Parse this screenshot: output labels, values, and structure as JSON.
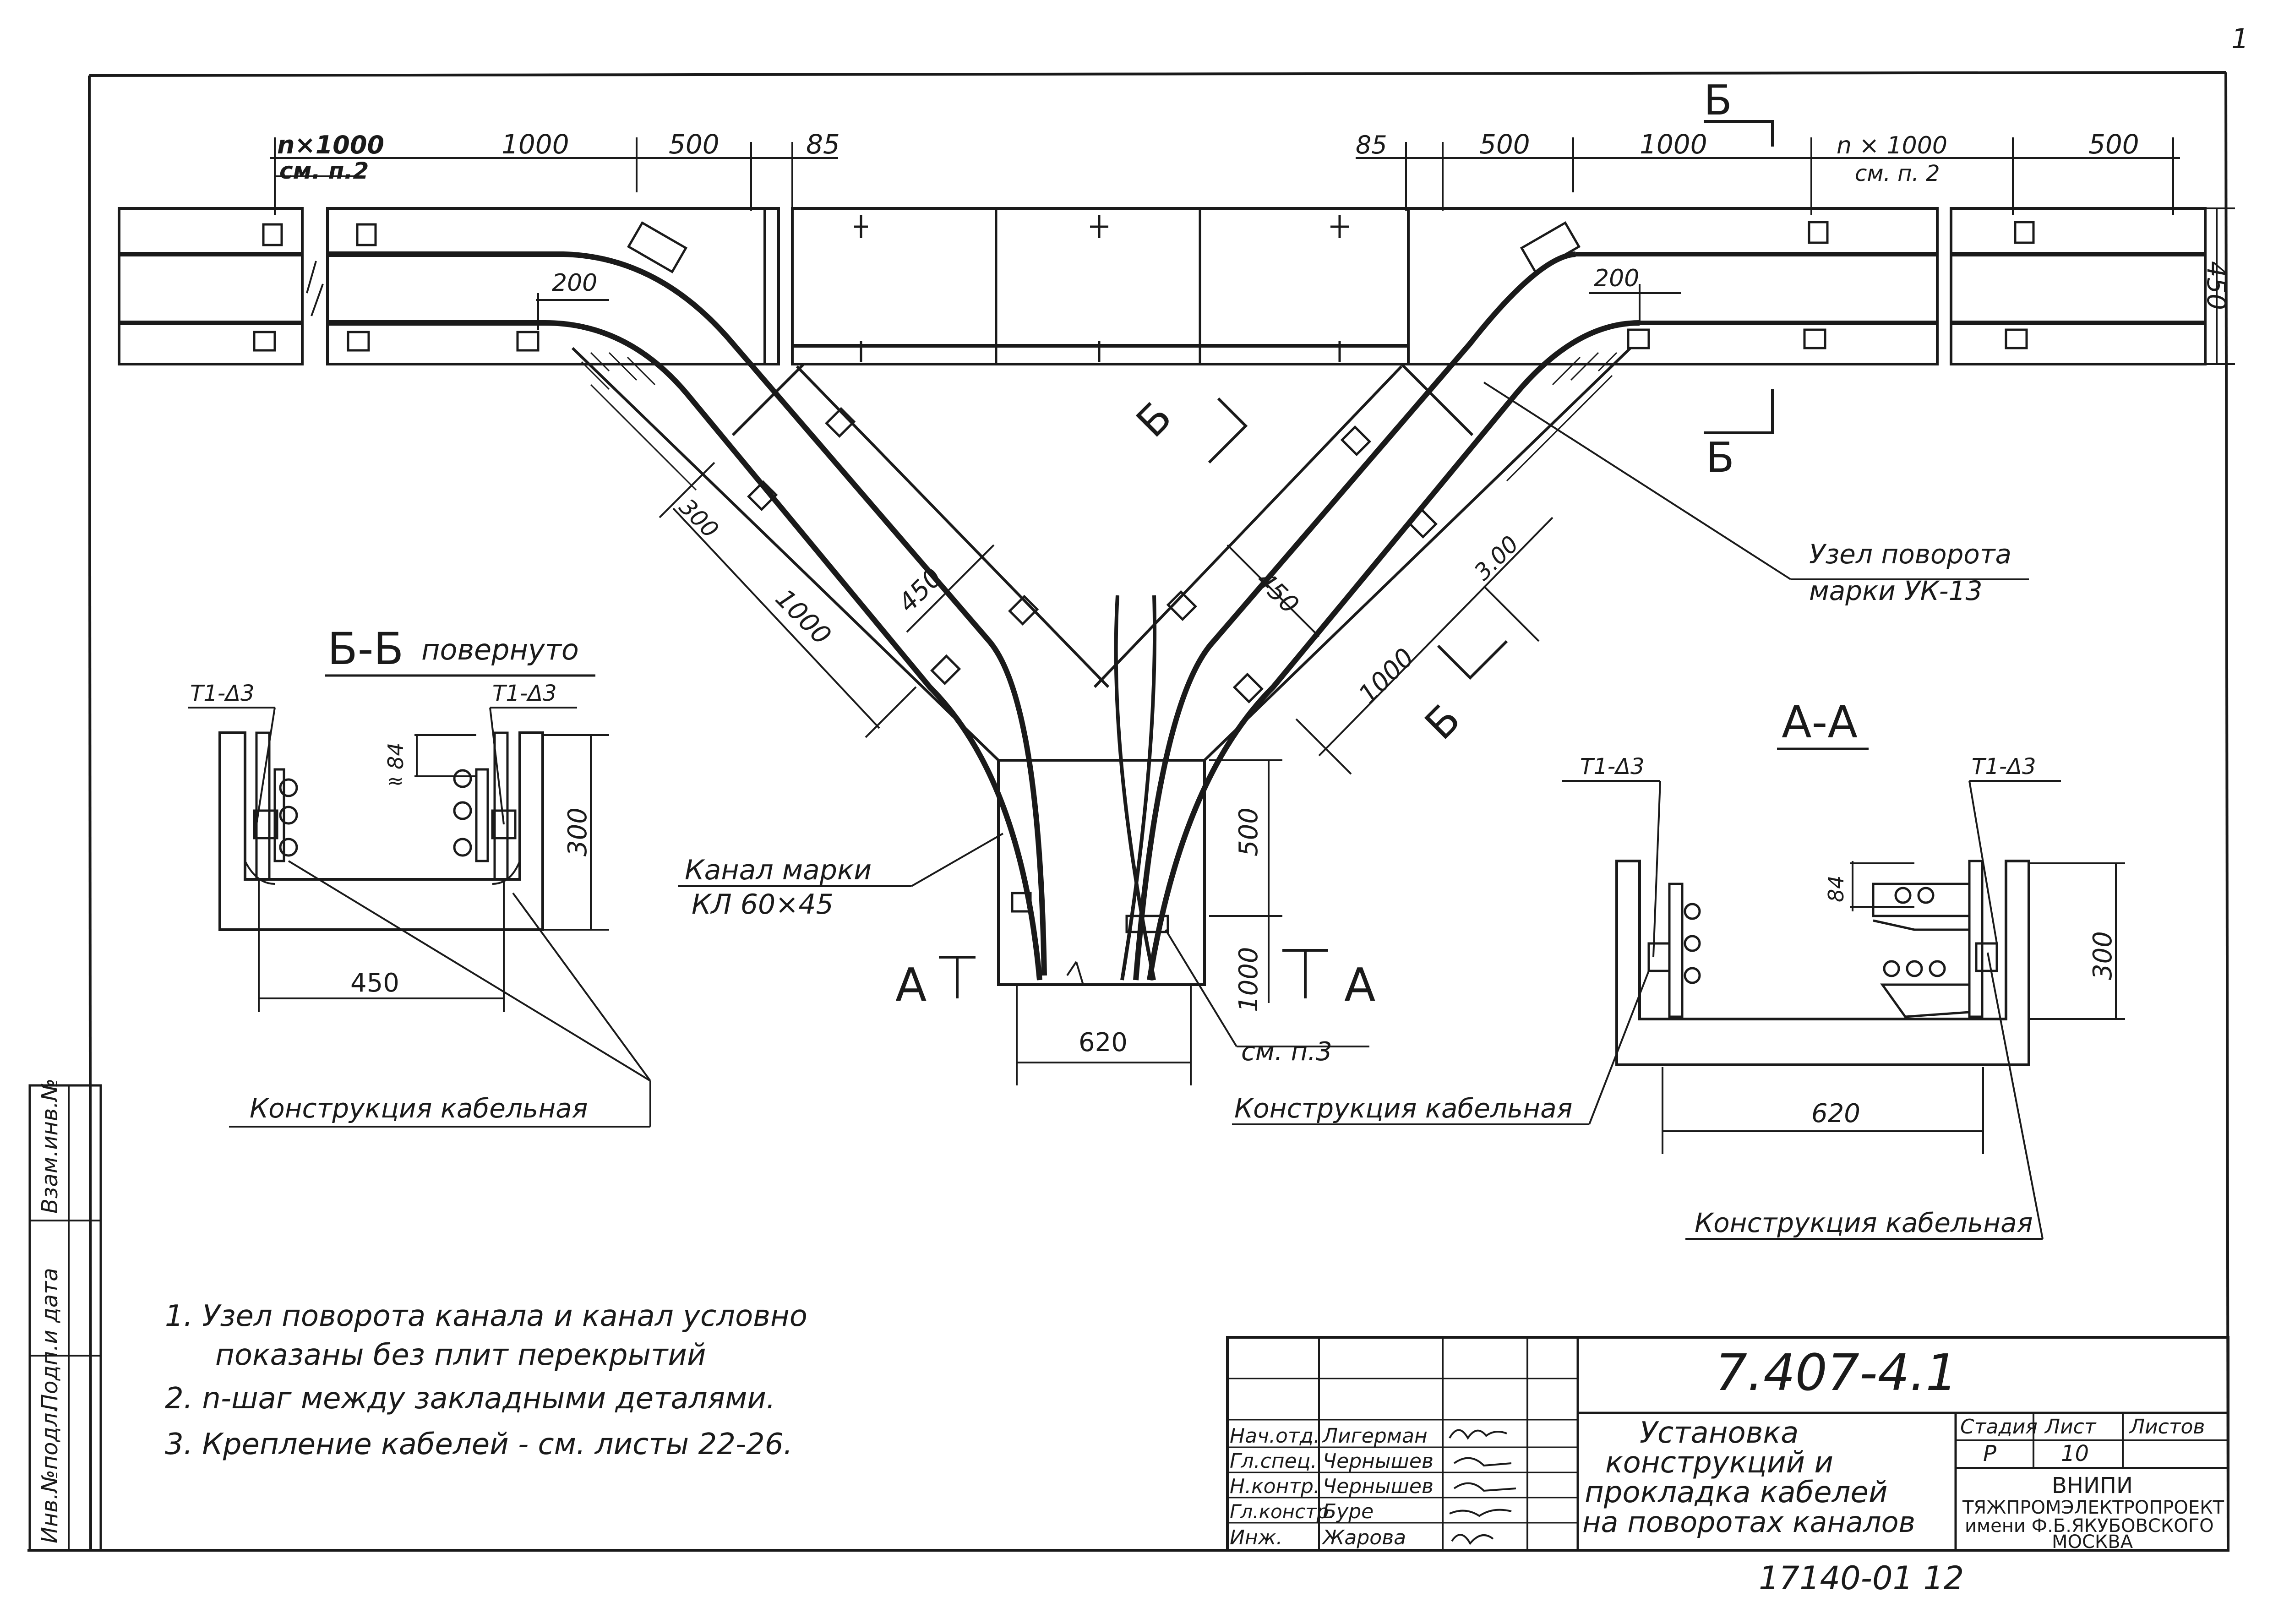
{
  "sheet": {
    "corner_mark": "1",
    "bottom_stamp": "17140-01  12"
  },
  "plan": {
    "dims_left": [
      "n×1000",
      "см. п.2",
      "1000",
      "500",
      "85",
      "200"
    ],
    "dims_right": [
      "85",
      "500",
      "1000",
      "n × 1000",
      "см. п. 2",
      "500",
      "200"
    ],
    "dim_height": "450",
    "diag_left": [
      "300",
      "1000",
      "450"
    ],
    "diag_right": [
      "450",
      "3.00",
      "1000"
    ],
    "branch_dims": [
      "500",
      "1000",
      "620"
    ],
    "section_marks": [
      "Б",
      "Б",
      "Б",
      "Б",
      "А",
      "А"
    ]
  },
  "callouts": {
    "uzel_line1": "Узел поворота",
    "uzel_line2": "марки  УК-13",
    "kanal_line1": "Канал марки",
    "kanal_line2": "КЛ 60×45",
    "sm_p3": "см. п.3"
  },
  "section_bb": {
    "title": "Б-Б",
    "subtitle": "повернуто",
    "tag_left": "Т1-Δ3",
    "tag_right": "Т1-Δ3",
    "dim_84": "84",
    "dim_approx": "≈",
    "dim_300": "300",
    "dim_450": "450",
    "label": "Конструкция кабельная"
  },
  "section_aa": {
    "title": "А-А",
    "tag_left": "Т1-Δ3",
    "tag_right": "Т1-Δ3",
    "dim_84": "84",
    "dim_300": "300",
    "dim_620": "620",
    "label": "Конструкция кабельная"
  },
  "mid_label": "Конструкция кабельная",
  "notes": [
    "1.  Узел поворота канала и канал условно",
    "показаны без плит перекрытий",
    "2.  n-шаг между закладными деталями.",
    "3.  Крепление  кабелей - см. листы 22-26."
  ],
  "side_strip": [
    "Инв.№подл.",
    "Подп.и дата",
    "Взам.инв.№"
  ],
  "title_block": {
    "doc_number": "7.407-4.1",
    "title_lines": [
      "Установка",
      "конструкций и",
      "прокладка кабелей",
      "на поворотах каналов"
    ],
    "roles": [
      "Нач.отд.",
      "Гл.спец.",
      "Н.контр.",
      "Гл.констр.",
      "Инж."
    ],
    "names": [
      "Лигерман",
      "Чернышев",
      "Чернышев",
      "Буре",
      "Жарова"
    ],
    "stage_header": "Стадия",
    "sheet_header": "Лист",
    "sheets_header": "Листов",
    "stage": "Р",
    "sheet": "10",
    "sheets": "",
    "org_line1": "ВНИПИ",
    "org_line2": "ТЯЖПРОМЭЛЕКТРОПРОЕКТ",
    "org_line3": "имени Ф.Б.ЯКУБОВСКОГО",
    "org_line4": "МОСКВА"
  }
}
